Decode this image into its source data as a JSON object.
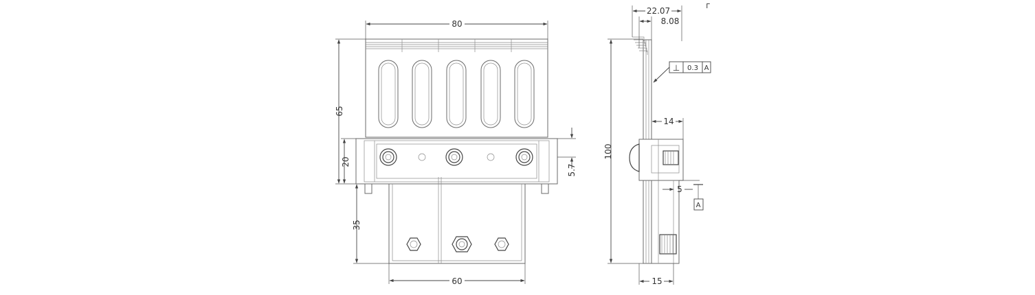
{
  "front_view": {
    "dims": {
      "width_top": "80",
      "height_total_left": "65",
      "height_flange": "20",
      "offset_right": "5.7",
      "tab_height": "35",
      "tab_width": "60"
    }
  },
  "side_view": {
    "dims": {
      "total_height": "100",
      "top_outer": "22.07",
      "top_inner": "8.08",
      "depth_mid": "14",
      "step": "5",
      "bottom_depth": "15"
    },
    "tolerance_frame": {
      "symbol": "⊥",
      "value": "0.3",
      "datum": "A"
    },
    "datum_label": "A"
  },
  "corner_mark": "Γ"
}
